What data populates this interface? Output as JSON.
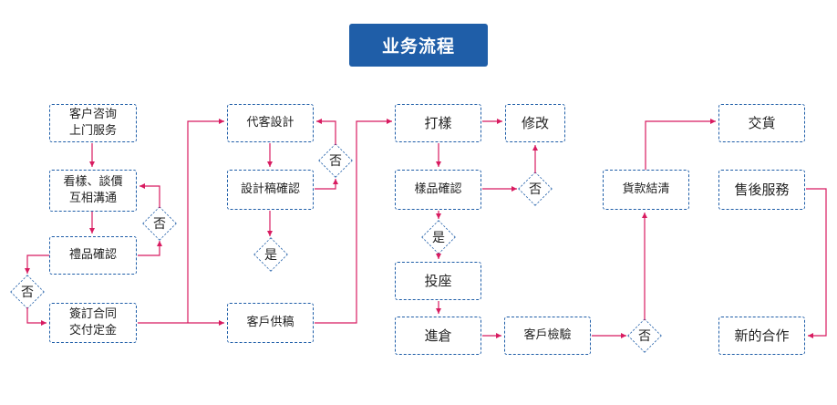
{
  "title": "业务流程",
  "nodes": {
    "consult": "客户咨询\n上门服务",
    "view_sample": "看樣、談價\n互相溝通",
    "gift_confirm": "禮品確認",
    "sign_contract": "簽訂合同\n交付定金",
    "design": "代客設計",
    "design_confirm": "設計稿確認",
    "customer_draft": "客戶供稿",
    "proof": "打樣",
    "modify": "修改",
    "sample_confirm": "樣品確認",
    "production": "投座",
    "warehouse": "進倉",
    "inspection": "客戶檢驗",
    "payment": "貨款結清",
    "delivery": "交貨",
    "after_sales": "售後服務",
    "new_cooperation": "新的合作"
  },
  "decisions": {
    "no_1": "否",
    "no_2": "否",
    "no_3": "否",
    "no_4": "否",
    "no_5": "否",
    "yes_1": "是",
    "yes_2": "是"
  },
  "colors": {
    "title_bg": "#1f5ea8",
    "node_border": "#1f5ea8",
    "connector": "#d81b60"
  }
}
